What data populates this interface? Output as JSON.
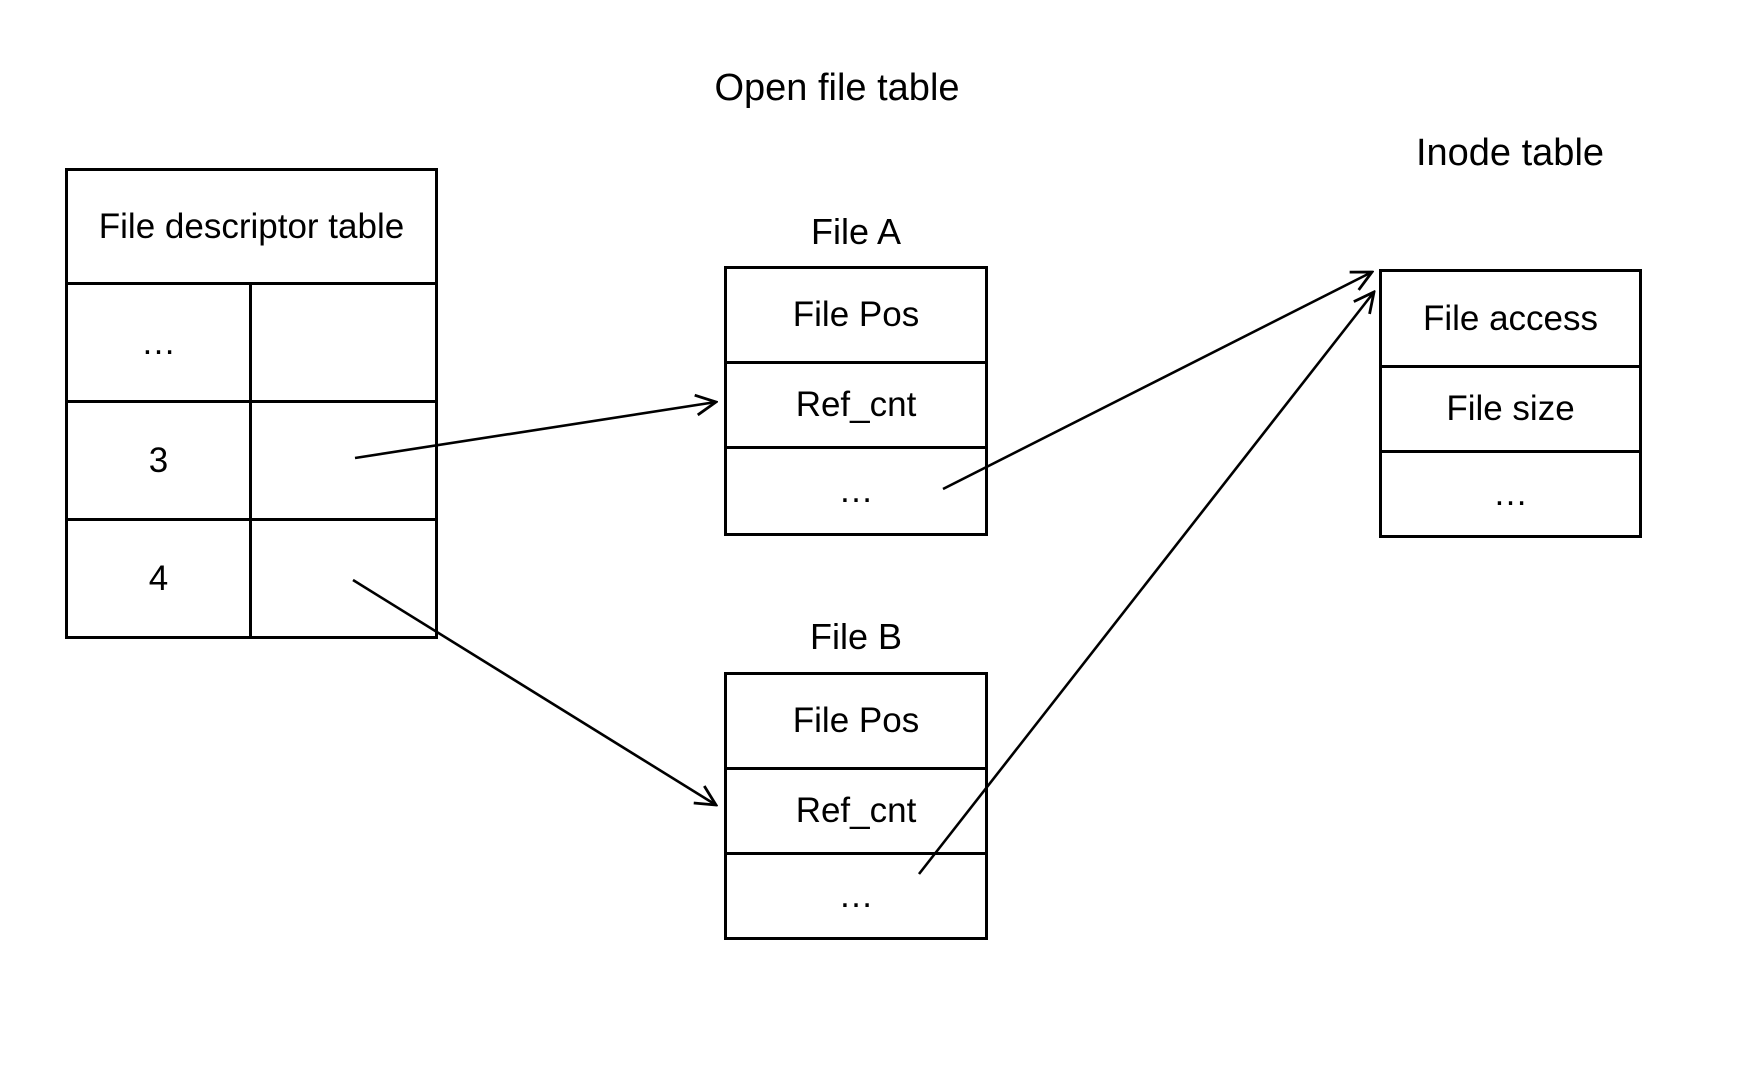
{
  "title": "Open file table",
  "colors": {
    "foreground": "#000000",
    "background": "#ffffff"
  },
  "fd_table": {
    "header": "File descriptor table",
    "rows": [
      {
        "fd": "…",
        "pointer": ""
      },
      {
        "fd": "3",
        "pointer": ""
      },
      {
        "fd": "4",
        "pointer": ""
      }
    ]
  },
  "open_files": [
    {
      "label": "File A",
      "rows": [
        "File Pos",
        "Ref_cnt",
        "…"
      ]
    },
    {
      "label": "File B",
      "rows": [
        "File Pos",
        "Ref_cnt",
        "…"
      ]
    }
  ],
  "inode_table": {
    "label": "Inode table",
    "rows": [
      "File access",
      "File size",
      "…"
    ]
  },
  "arrows": [
    {
      "from": "fd-row-3",
      "to": "file-a"
    },
    {
      "from": "fd-row-4",
      "to": "file-b"
    },
    {
      "from": "file-a",
      "to": "inode-table"
    },
    {
      "from": "file-b",
      "to": "inode-table"
    }
  ]
}
